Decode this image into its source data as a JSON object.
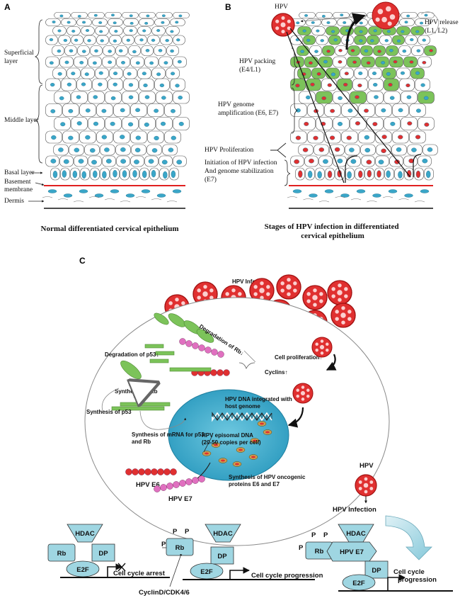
{
  "panel_a": {
    "letter": "A",
    "labels": {
      "superficial": [
        "Superficial",
        "layer"
      ],
      "middle": "Middle layer",
      "basal": "Basal layer",
      "basement": [
        "Basement",
        "membrane"
      ],
      "dermis": "Dermis"
    },
    "caption": "Normal differentiated cervical epithelium"
  },
  "panel_b": {
    "letter": "B",
    "labels": {
      "hpv": "HPV",
      "release": [
        "HPV release",
        "(L1, L2)"
      ],
      "packing": [
        "HPV packing",
        "(E4/L1)"
      ],
      "amplification": [
        "HPV genome",
        "amplification (E6, E7)"
      ],
      "proliferation": "HPV Proliferation",
      "initiation": [
        "Initiation of HPV infection",
        "And genome stabilization",
        "(E7)"
      ]
    },
    "caption": [
      "Stages of HPV infection in differentiated",
      "cervical epithelium"
    ]
  },
  "panel_c": {
    "letter": "C",
    "labels": {
      "infection_top": "HPV Infection",
      "degradation_rb": "Degradation of Rb↓",
      "degradation_p53": "Degradation of p53↓",
      "cell_proliferation": "Cell proliferation↑",
      "cyclins": "Cyclins↑",
      "synthesis_rb": "Synthesis of Rb",
      "synthesis_p53": "Synthesis of p53",
      "synthesis_mrna": [
        "Synthesis of mRNA for p53",
        "and Rb"
      ],
      "integrated": [
        "HPV DNA integrated with",
        "host genome"
      ],
      "episomal": [
        "HPV episomal DNA",
        "(20-50 copies per cell)"
      ],
      "oncogenic": [
        "Synthesis of HPV oncogenic",
        "proteins E6 and E7"
      ],
      "e6": "HPV E6",
      "e7": "HPV E7",
      "hpv_right": "HPV",
      "infection_right": "HPV Infection"
    },
    "cycle": {
      "hdac": "HDAC",
      "rb": "Rb",
      "dp": "DP",
      "e2f": "E2F",
      "p": "P",
      "hpv_e7": "HPV E7",
      "arrest": "Cell cycle arrest",
      "progression": "Cell cycle progression",
      "progression_split": [
        "Cell cycle",
        "progression"
      ],
      "cyclin": "CyclinD/CDK4/6"
    }
  },
  "colors": {
    "virus": "#e03030",
    "nucleus": "#3aa6c8",
    "green": "#7cc35a",
    "protein_box": "#9fd6e2",
    "e7_bead": "#e070c0",
    "membrane_line": "#e02020"
  }
}
